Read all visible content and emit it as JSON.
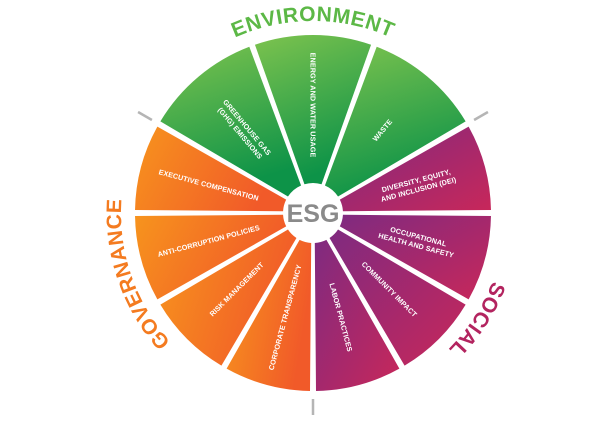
{
  "center_label": "ESG",
  "categories": [
    {
      "name": "ENVIRONMENT",
      "color": "#5cb846",
      "gradient": [
        "#7dc34e",
        "#0d9348"
      ],
      "items": [
        {
          "lines": [
            "GREENHOUSE GAS",
            "(GHG) EMISSIONS"
          ]
        },
        {
          "lines": [
            "ENERGY AND WATER USAGE"
          ]
        },
        {
          "lines": [
            "WASTE"
          ]
        }
      ]
    },
    {
      "name": "SOCIAL",
      "color": "#b3245f",
      "gradient": [
        "#c8275a",
        "#7f2a80"
      ],
      "items": [
        {
          "lines": [
            "DIVERSITY, EQUITY,",
            "AND INCLUSION (DEI)"
          ]
        },
        {
          "lines": [
            "OCCUPATIONAL",
            "HEALTH AND SAFETY"
          ]
        },
        {
          "lines": [
            "COMMUNITY IMPACT"
          ]
        },
        {
          "lines": [
            "LABOR PRACTICES"
          ]
        }
      ]
    },
    {
      "name": "GOVERNANCE",
      "color": "#f47b20",
      "gradient": [
        "#f7941d",
        "#f15a29"
      ],
      "items": [
        {
          "lines": [
            "CORPORATE TRANSPARENCY"
          ]
        },
        {
          "lines": [
            "RISK MANAGEMENT"
          ]
        },
        {
          "lines": [
            "ANTI-CORRUPTION POLICIES"
          ]
        },
        {
          "lines": [
            "EXECUTIVE COMPENSATION"
          ]
        }
      ]
    }
  ]
}
